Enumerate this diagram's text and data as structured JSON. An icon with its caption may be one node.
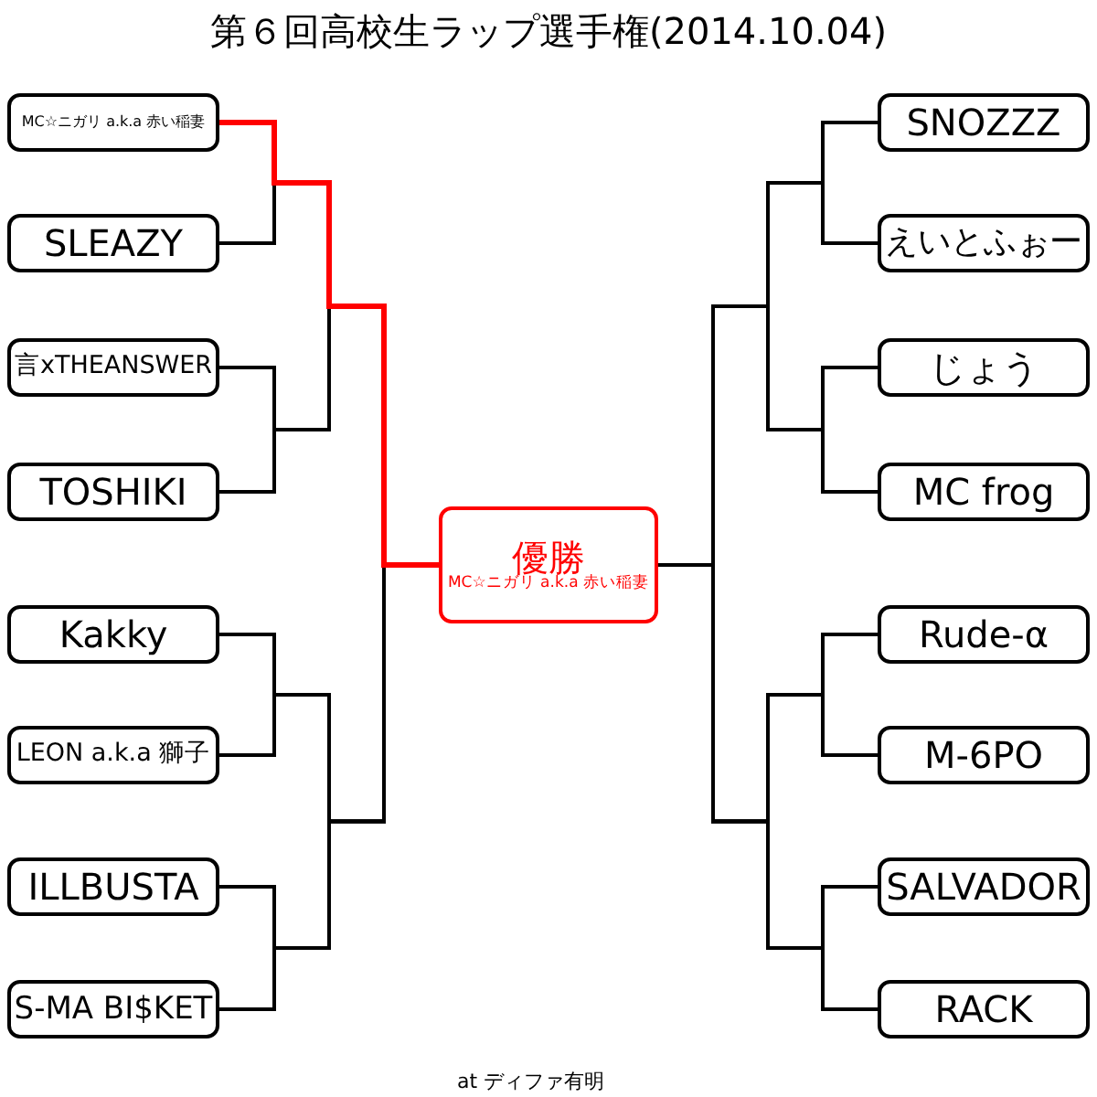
{
  "diagram": {
    "title": "第６回高校生ラップ選手権(2014.10.04)",
    "nodes": [
      {
        "text": [
          "MC☆ニガリ a.k.a 赤い稲妻"
        ]
      },
      {
        "text": [
          "SLEAZY"
        ]
      },
      {
        "text": [
          "言xTHEANSWER"
        ]
      },
      {
        "text": [
          "TOSHIKI"
        ]
      },
      {
        "text": [
          "Kakky"
        ]
      },
      {
        "text": [
          "LEON a.k.a 獅子"
        ]
      },
      {
        "text": [
          "ILLBUSTA"
        ]
      },
      {
        "text": [
          "S-MA BI$KET"
        ]
      },
      {
        "text": [
          "優勝",
          "MC☆ニガリ a.k.a 赤い稲妻"
        ]
      },
      {
        "text": [
          "SNOZZZ"
        ]
      },
      {
        "text": [
          "えいとふぉー"
        ]
      },
      {
        "text": [
          "じょう"
        ]
      },
      {
        "text": [
          "MC frog"
        ]
      },
      {
        "text": [
          "Rude-α"
        ]
      },
      {
        "text": [
          "M-6PO"
        ]
      },
      {
        "text": [
          "SALVADOR"
        ]
      },
      {
        "text": [
          "RACK"
        ]
      }
    ],
    "edges": [
      {
        "from": 0,
        "to": 8,
        "arrow": "none",
        "color": "#ff0000"
      },
      {
        "from": 1,
        "to": 8,
        "arrow": "none"
      },
      {
        "from": 2,
        "to": 8,
        "arrow": "none"
      },
      {
        "from": 3,
        "to": 8,
        "arrow": "none"
      },
      {
        "from": 4,
        "to": 8,
        "arrow": "none"
      },
      {
        "from": 5,
        "to": 8,
        "arrow": "none"
      },
      {
        "from": 6,
        "to": 8,
        "arrow": "none"
      },
      {
        "from": 7,
        "to": 8,
        "arrow": "none"
      },
      {
        "from": 9,
        "to": 8,
        "arrow": "none"
      },
      {
        "from": 10,
        "to": 8,
        "arrow": "none"
      },
      {
        "from": 11,
        "to": 8,
        "arrow": "none"
      },
      {
        "from": 12,
        "to": 8,
        "arrow": "none"
      },
      {
        "from": 13,
        "to": 8,
        "arrow": "none"
      },
      {
        "from": 14,
        "to": 8,
        "arrow": "none"
      },
      {
        "from": 15,
        "to": 8,
        "arrow": "none"
      },
      {
        "from": 16,
        "to": 8,
        "arrow": "none"
      }
    ],
    "labels": [
      "at ディファ有明"
    ]
  }
}
